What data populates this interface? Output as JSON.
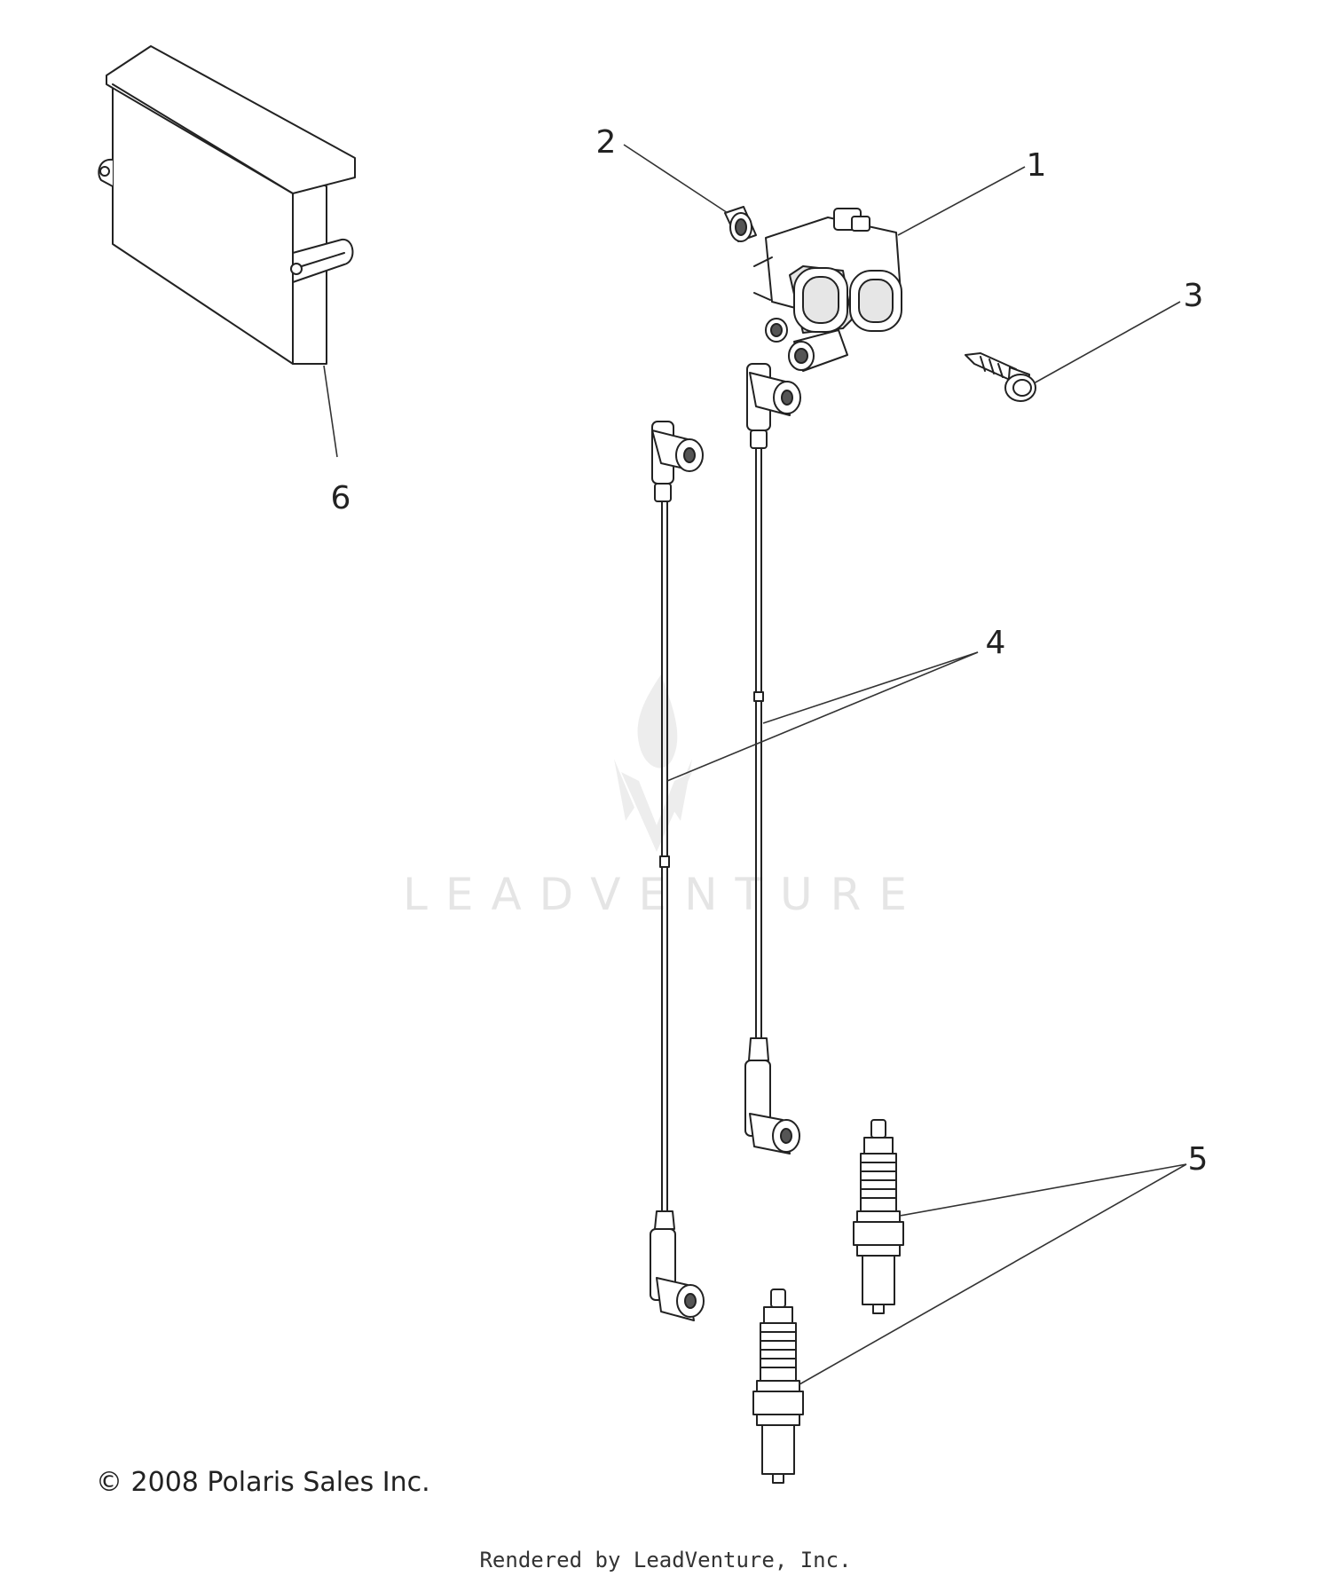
{
  "callouts": [
    {
      "id": "1",
      "label": "1"
    },
    {
      "id": "2",
      "label": "2"
    },
    {
      "id": "3",
      "label": "3"
    },
    {
      "id": "4",
      "label": "4"
    },
    {
      "id": "5",
      "label": "5"
    },
    {
      "id": "6",
      "label": "6"
    }
  ],
  "watermark": {
    "text": "LEADVENTURE"
  },
  "copyright": "© 2008 Polaris Sales Inc.",
  "rendered_by": "Rendered by LeadVenture, Inc."
}
